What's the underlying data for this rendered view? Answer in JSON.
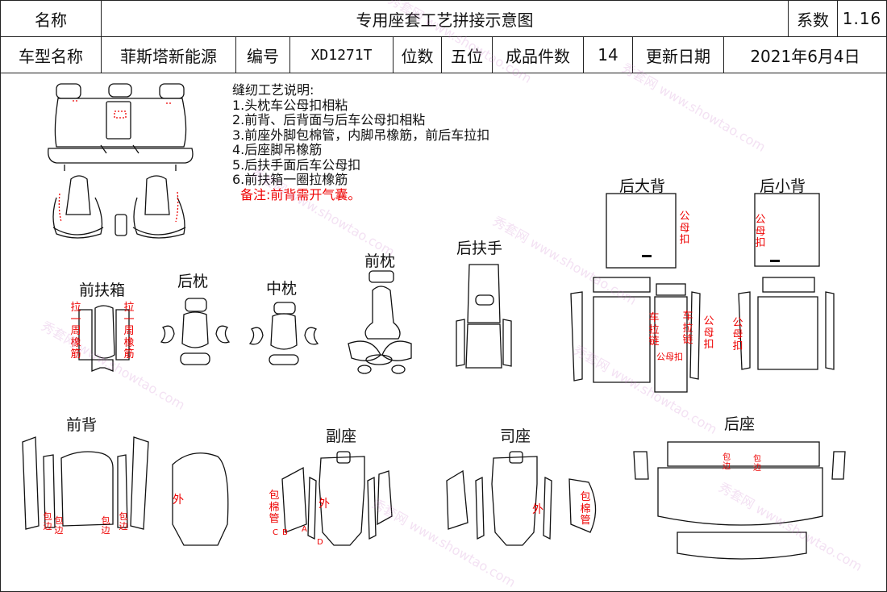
{
  "header": {
    "name_label": "名称",
    "title": "专用座套工艺拼接示意图",
    "coef_label": "系数",
    "coef_value": "1.16",
    "model_label": "车型名称",
    "model_value": "菲斯塔新能源",
    "code_label": "编号",
    "code_value": "XD1271T",
    "seats_label": "位数",
    "seats_value": "五位",
    "pieces_label": "成品件数",
    "pieces_value": "14",
    "date_label": "更新日期",
    "date_value": "2021年6月4日"
  },
  "notes": {
    "heading": "缝纫工艺说明:",
    "items": [
      "1.头枕车公母扣相粘",
      "2.前背、后背面与后车公母扣相粘",
      "3.前座外脚包棉管，内脚吊橡筋，前后车拉扣",
      "4.后座脚吊橡筋",
      "5.后扶手面后车公母扣",
      "6.前扶箱一圈拉橡筋"
    ],
    "remark": "备注:前背需开气囊。"
  },
  "sections": {
    "front_armbox": "前扶箱",
    "rear_pillow": "后枕",
    "middle_pillow": "中枕",
    "front_pillow": "前枕",
    "rear_armrest": "后扶手",
    "rear_big_back": "后大背",
    "rear_small_back": "后小背",
    "front_back": "前背",
    "passenger_seat": "副座",
    "driver_seat": "司座",
    "rear_seat": "后座"
  },
  "annotations": {
    "pull_loop_band": "拉一周橡筋",
    "male_female_buckle": "公母扣",
    "pull_chain": "车拉链",
    "male_female_short": "公母扣",
    "outer": "外",
    "wrap_edge": "包边",
    "wrap_pipe": "包棉管",
    "letter_c": "C",
    "letter_b": "B",
    "letter_a": "A",
    "letter_d": "D",
    "rear_wrap": "包边"
  },
  "watermark": {
    "brand": "秀套网",
    "url": "www.showtao.com"
  }
}
